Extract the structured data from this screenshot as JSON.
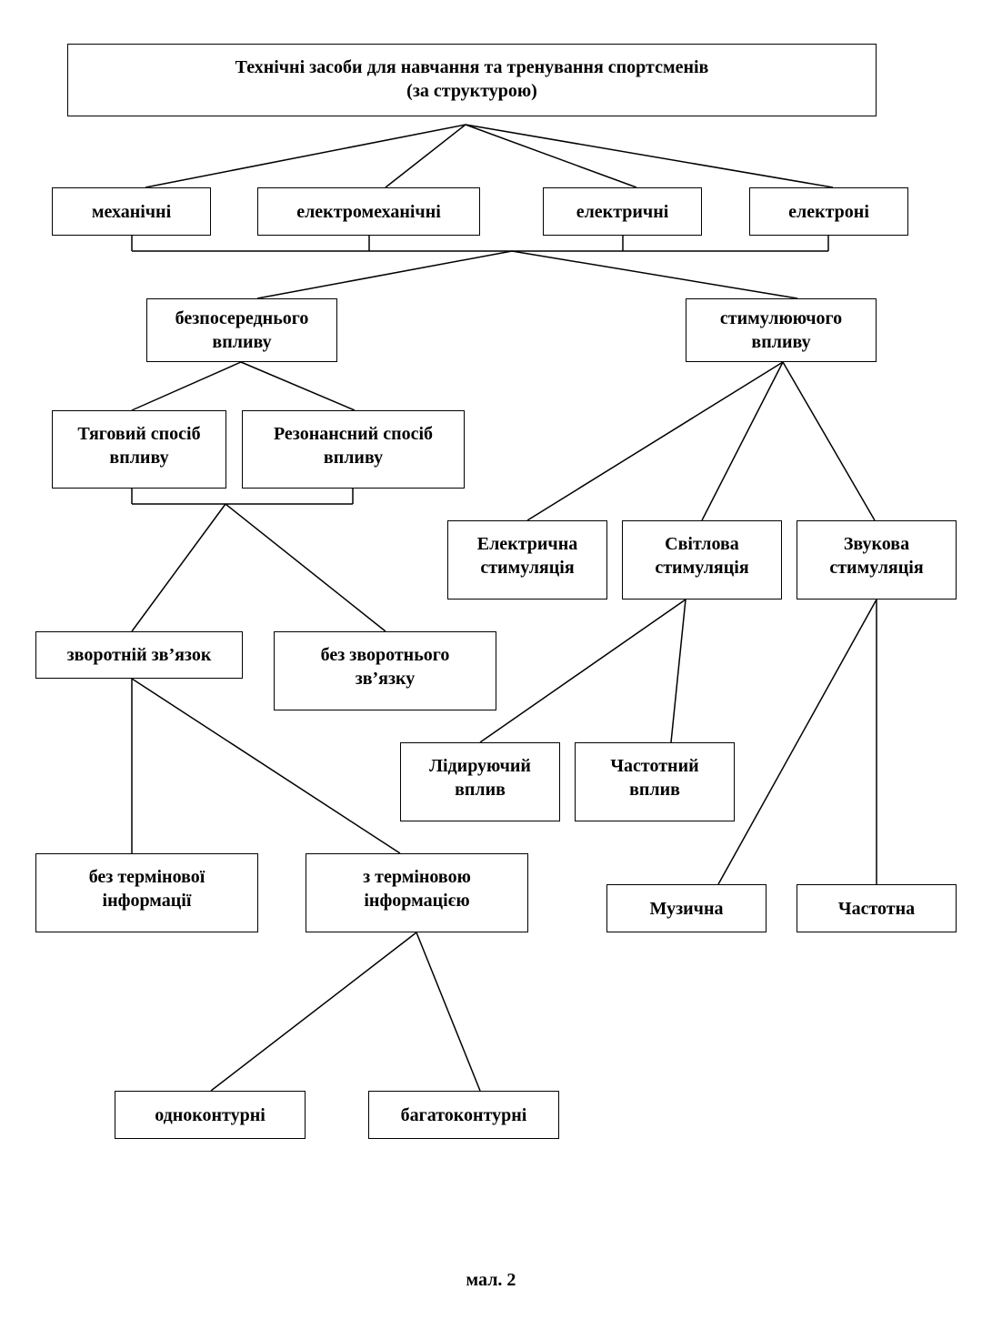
{
  "title": "Технічні засоби для навчання та тренування спортсменів\n(за структурою)",
  "structure": {
    "mechanical": "механічні",
    "electromechanical": "електромеханічні",
    "electrical": "електричні",
    "electronic": "електроні"
  },
  "influence": {
    "direct": "безпосереднього\nвпливу",
    "stimulating": "стимулюючого\nвпливу"
  },
  "direct_methods": {
    "traction": "Тяговий спосіб\nвпливу",
    "resonance": "Резонансний спосіб\nвпливу"
  },
  "feedback": {
    "with": "зворотній зв’язок",
    "without": "без зворотнього\nзв’язку"
  },
  "information": {
    "without_urgent": "без термінової\nінформації",
    "with_urgent": "з терміновою\nінформацією"
  },
  "contours": {
    "single": "одноконтурні",
    "multi": "багатоконтурні"
  },
  "stimulation": {
    "electric": "Електрична\nстимуляція",
    "light": "Світлова\nстимуляція",
    "sound": "Звукова\nстимуляція"
  },
  "light_types": {
    "leading": "Лідируючий\nвплив",
    "frequency": "Частотний\nвплив"
  },
  "sound_types": {
    "musical": "Музична",
    "frequency": "Частотна"
  },
  "caption": "мал. 2"
}
